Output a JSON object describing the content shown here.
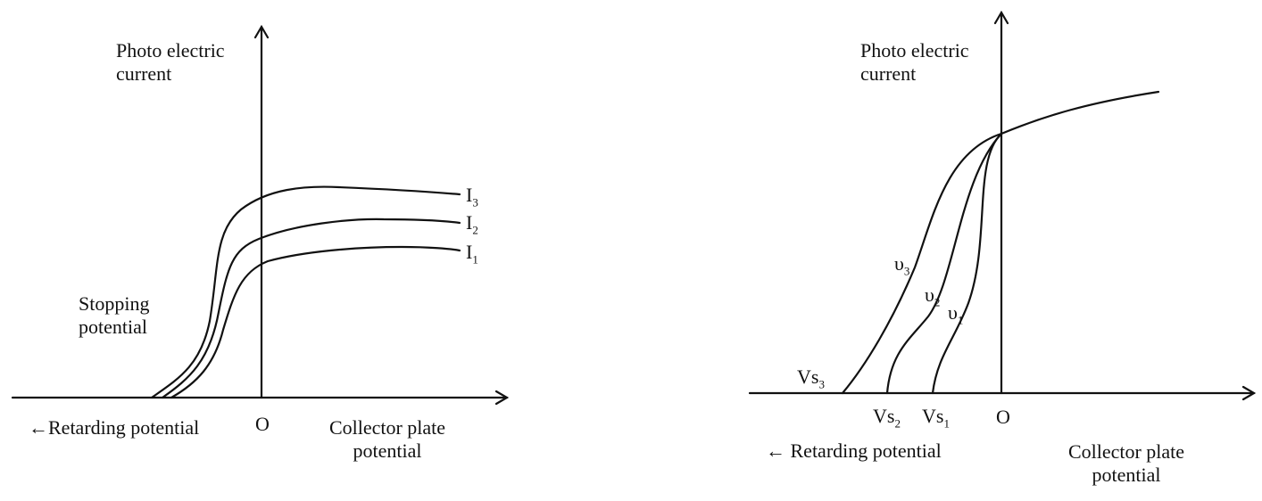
{
  "left_graph": {
    "y_axis_label_line1": "Photo electric",
    "y_axis_label_line2": "current",
    "stopping_label_line1": "Stopping",
    "stopping_label_line2": "potential",
    "retarding_label": "←Retarding potential",
    "origin": "O",
    "collector_label_line1": "Collector plate",
    "collector_label_line2": "potential",
    "curves": [
      {
        "label": "I",
        "sub": "3"
      },
      {
        "label": "I",
        "sub": "2"
      },
      {
        "label": "I",
        "sub": "1"
      }
    ]
  },
  "right_graph": {
    "y_axis_label_line1": "Photo electric",
    "y_axis_label_line2": "current",
    "retarding_label": "← Retarding potential",
    "origin": "O",
    "collector_label_line1": "Collector plate",
    "collector_label_line2": "potential",
    "curves": [
      {
        "label": "υ",
        "sub": "3"
      },
      {
        "label": "υ",
        "sub": "2"
      },
      {
        "label": "υ",
        "sub": "1"
      }
    ],
    "stopping_labels": [
      {
        "label": "Vs",
        "sub": "3"
      },
      {
        "label": "Vs",
        "sub": "2"
      },
      {
        "label": "Vs",
        "sub": "1"
      }
    ]
  }
}
